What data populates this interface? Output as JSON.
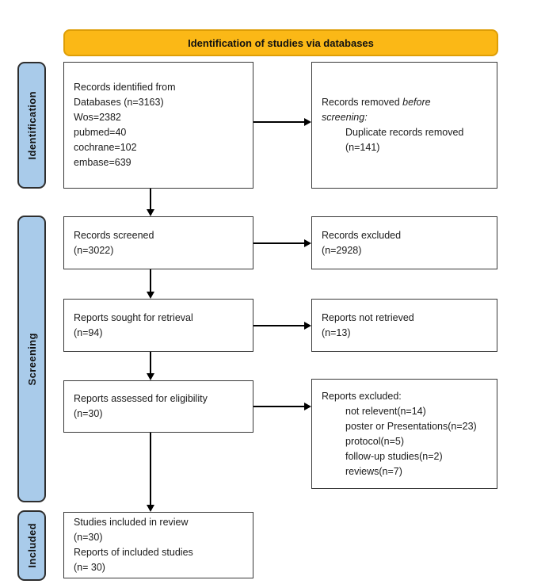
{
  "header": {
    "title": "Identification of studies via databases",
    "bg_color": "#FBB816",
    "border_color": "#DE9E06"
  },
  "side_labels": {
    "identification": "Identification",
    "screening": "Screening",
    "included": "Included",
    "bg_color": "#A9CBEA"
  },
  "boxes": {
    "records_identified": {
      "text": "Records identified from\nDatabases (n=3163)\nWos=2382\npubmed=40\ncochrane=102\nembase=639"
    },
    "records_removed": {
      "lead": "Records removed ",
      "lead_italic": "before",
      "line2_italic": "screening:",
      "detail": "Duplicate records removed\n(n=141)"
    },
    "records_screened": {
      "text": "Records screened\n(n=3022)"
    },
    "records_excluded": {
      "text": "Records excluded\n(n=2928)"
    },
    "reports_sought": {
      "text": "Reports sought for retrieval\n(n=94)"
    },
    "reports_not_retrieved": {
      "text": "Reports not retrieved\n(n=13)"
    },
    "reports_assessed": {
      "text": "Reports assessed for eligibility\n(n=30)"
    },
    "reports_excluded_detail": {
      "title": "Reports excluded:",
      "detail": "not relevent(n=14)\nposter or Presentations(n=23)\nprotocol(n=5)\nfollow-up studies(n=2)\nreviews(n=7)"
    },
    "studies_included": {
      "text": "Studies included in review\n(n=30)\nReports of included studies\n(n= 30)"
    }
  },
  "colors": {
    "box_border": "#383838",
    "arrow": "#000000",
    "text": "#1a1a1a",
    "background": "#ffffff"
  }
}
